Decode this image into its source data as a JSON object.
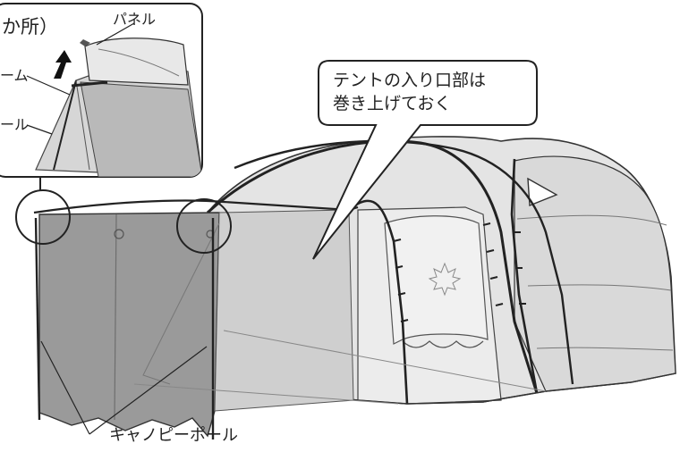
{
  "callout": {
    "line1": "テントの入り口部は",
    "line2": "巻き上げておく"
  },
  "inset": {
    "title": "か所）",
    "panel_label": "パネル",
    "frame_label": "ーム",
    "pole_label": "ール"
  },
  "canopy_pole_label": "キャノピーポール"
}
